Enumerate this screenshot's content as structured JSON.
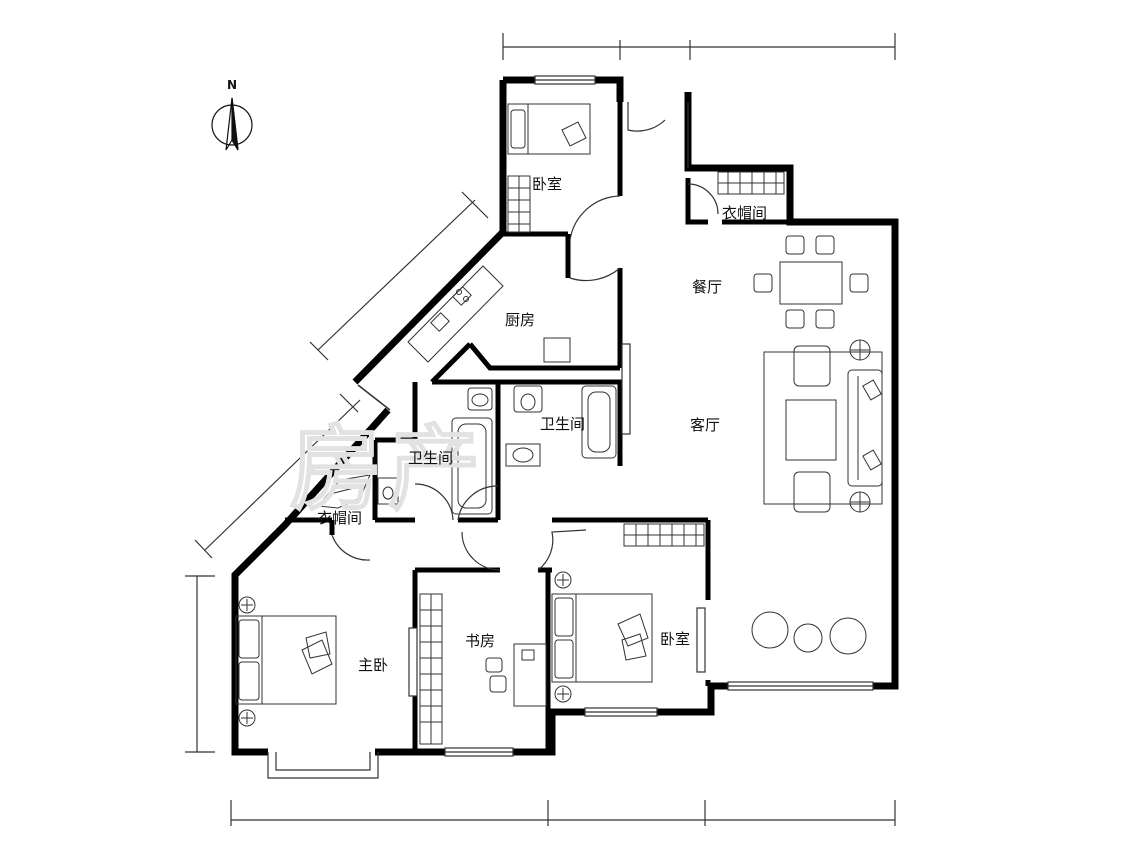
{
  "compass": {
    "north_label": "N"
  },
  "watermark": {
    "text": "房产"
  },
  "rooms": {
    "bedroom_top": "卧室",
    "cloakroom_top": "衣帽间",
    "dining": "餐厅",
    "kitchen": "厨房",
    "bathroom_right": "卫生间",
    "bathroom_left": "卫生间",
    "living": "客厅",
    "cloakroom_left": "衣帽间",
    "study": "书房",
    "bedroom_right": "卧室",
    "master_bedroom": "主卧"
  },
  "colors": {
    "wall": "#000000",
    "line": "#333333",
    "watermark": "#e2e2e2"
  }
}
